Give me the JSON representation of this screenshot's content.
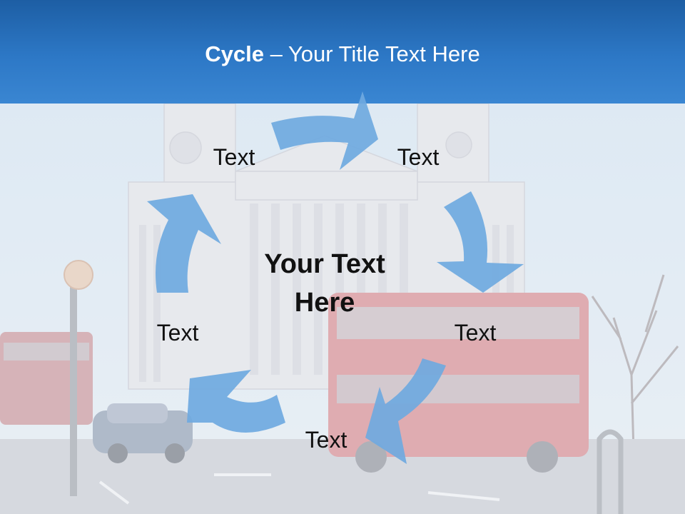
{
  "title": {
    "bold": "Cycle",
    "rest": " – Your Title Text Here"
  },
  "center_text": {
    "line1": "Your Text",
    "line2": "Here"
  },
  "labels": [
    "Text",
    "Text",
    "Text",
    "Text",
    "Text"
  ],
  "colors": {
    "header": "#2d78c6",
    "arrow": "#6fa9e0",
    "text": "#111111"
  }
}
